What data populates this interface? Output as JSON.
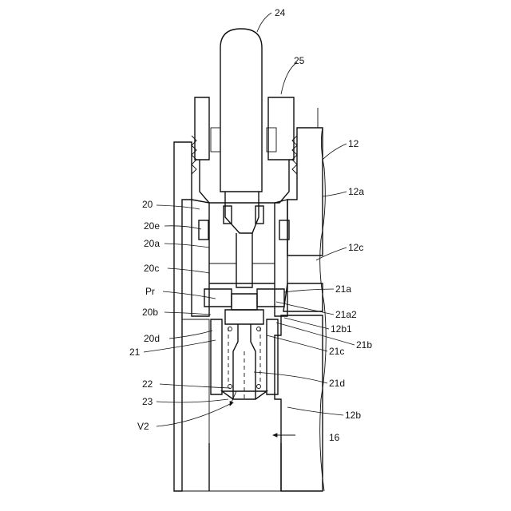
{
  "figure": {
    "colors": {
      "ink": "#111111",
      "paper": "#ffffff"
    },
    "labels": {
      "l24": "24",
      "l25": "25",
      "l12": "12",
      "l20": "20",
      "l12a": "12a",
      "l20e": "20e",
      "l20a": "20a",
      "l12c": "12c",
      "l20c": "20c",
      "lPr": "Pr",
      "l21a": "21a",
      "l20b": "20b",
      "l21a2": "21a2",
      "l12b1": "12b1",
      "l20d": "20d",
      "l21b": "21b",
      "l21": "21",
      "l21c": "21c",
      "l21d": "21d",
      "l22": "22",
      "l12b": "12b",
      "l23": "23",
      "lV2": "V2",
      "l16": "16"
    }
  }
}
